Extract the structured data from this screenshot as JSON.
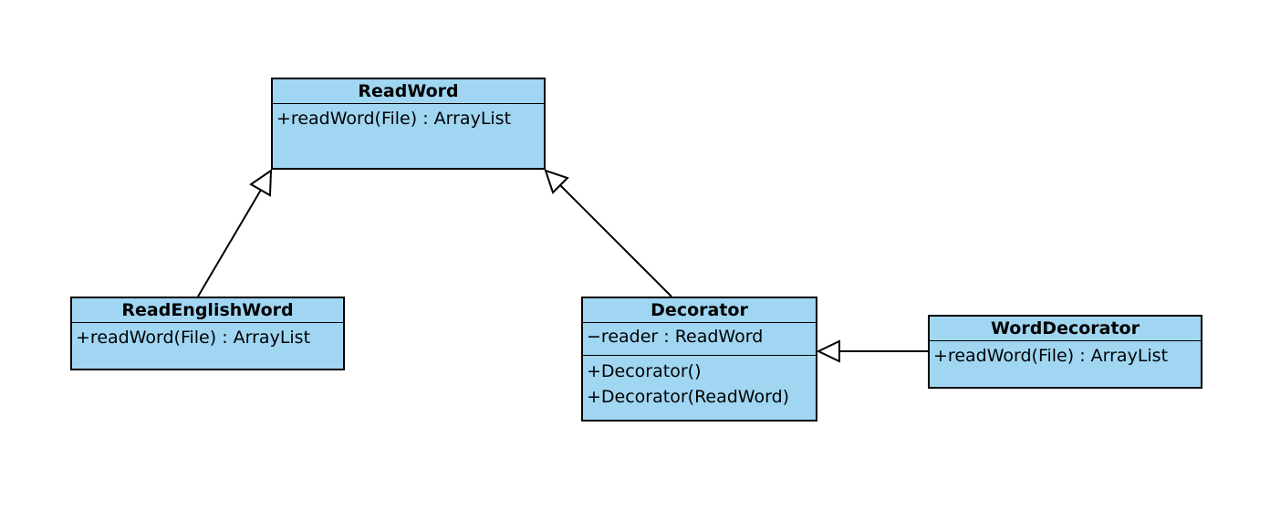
{
  "colors": {
    "class_fill": "#a0d6f2",
    "line": "#000000",
    "background": "#ffffff"
  },
  "classes": {
    "read_word": {
      "name": "ReadWord",
      "operations": [
        "+readWord(File) : ArrayList"
      ]
    },
    "read_english_word": {
      "name": "ReadEnglishWord",
      "operations": [
        "+readWord(File) : ArrayList"
      ]
    },
    "decorator": {
      "name": "Decorator",
      "attributes": [
        "−reader : ReadWord"
      ],
      "operations": [
        "+Decorator()",
        "+Decorator(ReadWord)"
      ]
    },
    "word_decorator": {
      "name": "WordDecorator",
      "operations": [
        "+readWord(File) : ArrayList"
      ]
    }
  },
  "relations": [
    {
      "type": "generalization",
      "from": "ReadEnglishWord",
      "to": "ReadWord"
    },
    {
      "type": "generalization",
      "from": "Decorator",
      "to": "ReadWord"
    },
    {
      "type": "generalization",
      "from": "WordDecorator",
      "to": "Decorator"
    }
  ]
}
